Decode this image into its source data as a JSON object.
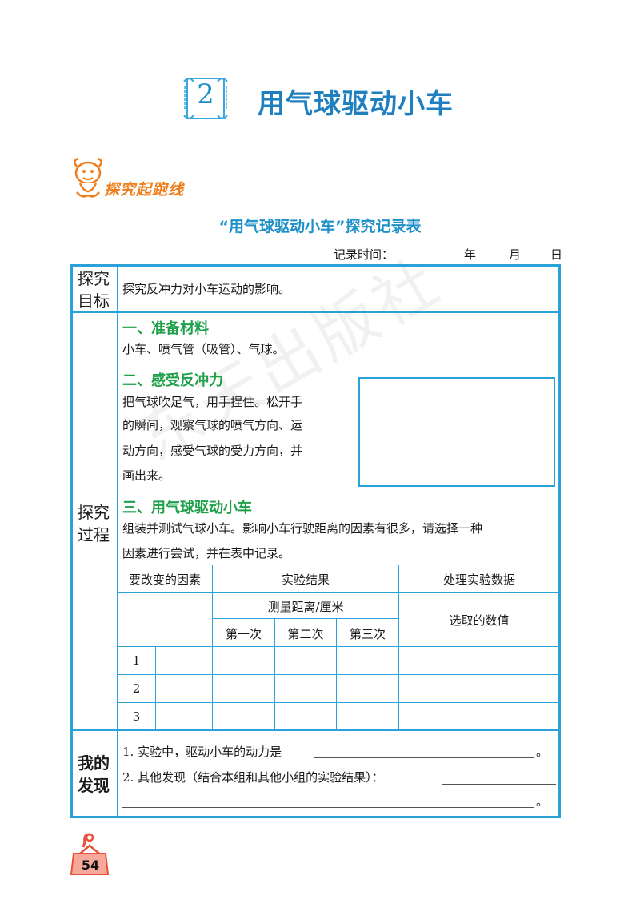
{
  "lesson": {
    "number": "2",
    "title": "用气球驱动小车"
  },
  "section_label": "探究起跑线",
  "record_table": {
    "title": "“用气球驱动小车”探究记录表",
    "record_time_label": "记录时间：",
    "year": "年",
    "month": "月",
    "day": "日"
  },
  "goal": {
    "head": "探究\n目标",
    "text": "探究反冲力对小车运动的影响。"
  },
  "process": {
    "head": "探究\n过程",
    "step1_head": "一、准备材料",
    "step1_text": "小车、喷气管（吸管）、气球。",
    "step2_head": "二、感受反冲力",
    "step2_lines": [
      "把气球吹足气，用手捏住。松开手",
      "的瞬间，观察气球的喷气方向、运",
      "动方向，感受气球的受力方向，并",
      "画出来。"
    ],
    "step3_head": "三、用气球驱动小车",
    "step3_lines": [
      "组装并测试气球小车。影响小车行驶距离的因素有很多，请选择一种",
      "因素进行尝试，并在表中记录。"
    ]
  },
  "data_table": {
    "col_factor": "要改变的因素",
    "col_result": "实验结果",
    "col_process": "处理实验数据",
    "sub_measure": "测量距离/厘米",
    "sub_selected": "选取的数值",
    "trials": [
      "第一次",
      "第二次",
      "第三次"
    ],
    "rows": [
      "1",
      "2",
      "3"
    ]
  },
  "findings": {
    "head": "我的\n发现",
    "item1": "1.  实验中，驱动小车的动力是",
    "item1_end": "。",
    "item2": "2.  其他发现（结合本组和其他小组的实验结果）：",
    "item2_end": "。"
  },
  "watermark": "东天出版社",
  "page_number": "54",
  "colors": {
    "title_blue": "#1f7fbf",
    "frame_blue": "#2aa1d8",
    "step_green": "#1fa04a",
    "label_orange": "#f07d1a",
    "tag_red": "#e8513b"
  }
}
